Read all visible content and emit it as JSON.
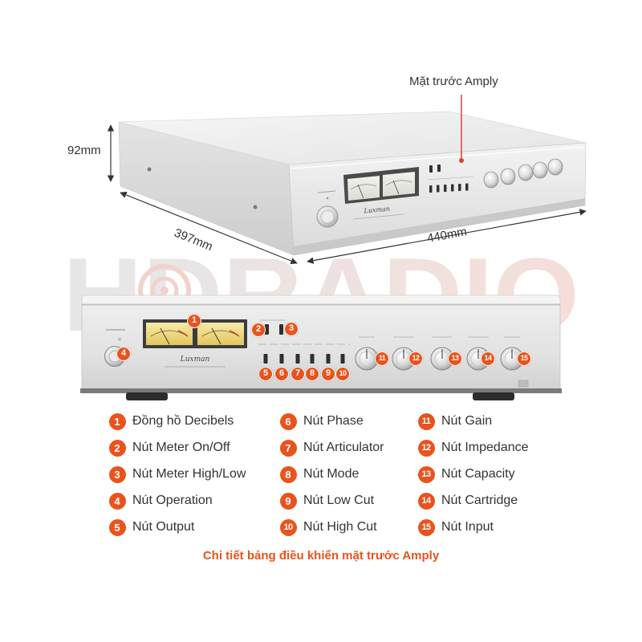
{
  "annotation": {
    "label": "Mặt trước Amply"
  },
  "dimensions": {
    "height": "92mm",
    "depth": "397mm",
    "width": "440mm"
  },
  "watermark": "HDRADIO",
  "logo": "Luxman",
  "legend": [
    {
      "num": "1",
      "label": "Đồng hồ Decibels"
    },
    {
      "num": "2",
      "label": "Nút Meter On/Off"
    },
    {
      "num": "3",
      "label": "Nút Meter High/Low"
    },
    {
      "num": "4",
      "label": "Nút Operation"
    },
    {
      "num": "5",
      "label": "Nút Output"
    },
    {
      "num": "6",
      "label": "Nút Phase"
    },
    {
      "num": "7",
      "label": "Nút Articulator"
    },
    {
      "num": "8",
      "label": "Nút Mode"
    },
    {
      "num": "9",
      "label": "Nút Low Cut"
    },
    {
      "num": "10",
      "label": "Nút High Cut"
    },
    {
      "num": "11",
      "label": "Nút Gain"
    },
    {
      "num": "12",
      "label": "Nút Impedance"
    },
    {
      "num": "13",
      "label": "Nút Capacity"
    },
    {
      "num": "14",
      "label": "Nút Cartridge"
    },
    {
      "num": "15",
      "label": "Nút Input"
    }
  ],
  "caption": "Chi tiết bảng điều khiển mặt trước Amply",
  "colors": {
    "accent": "#e9531d",
    "caption": "#e5541c",
    "pointer": "#d9442b",
    "meter_face": "#eed77f"
  }
}
